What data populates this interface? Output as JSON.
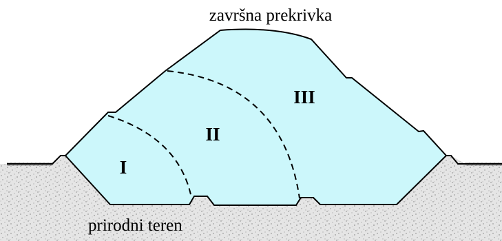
{
  "labels": {
    "top_cover": "završna prekrivka",
    "natural_ground": "prirodni teren"
  },
  "zones": [
    {
      "id": "zone-1",
      "label": "I"
    },
    {
      "id": "zone-2",
      "label": "II"
    },
    {
      "id": "zone-3",
      "label": "III"
    }
  ],
  "colors": {
    "landfill_fill": "#ccf7fb",
    "ground_fill": "#d8d8d8",
    "outline": "#000000"
  }
}
